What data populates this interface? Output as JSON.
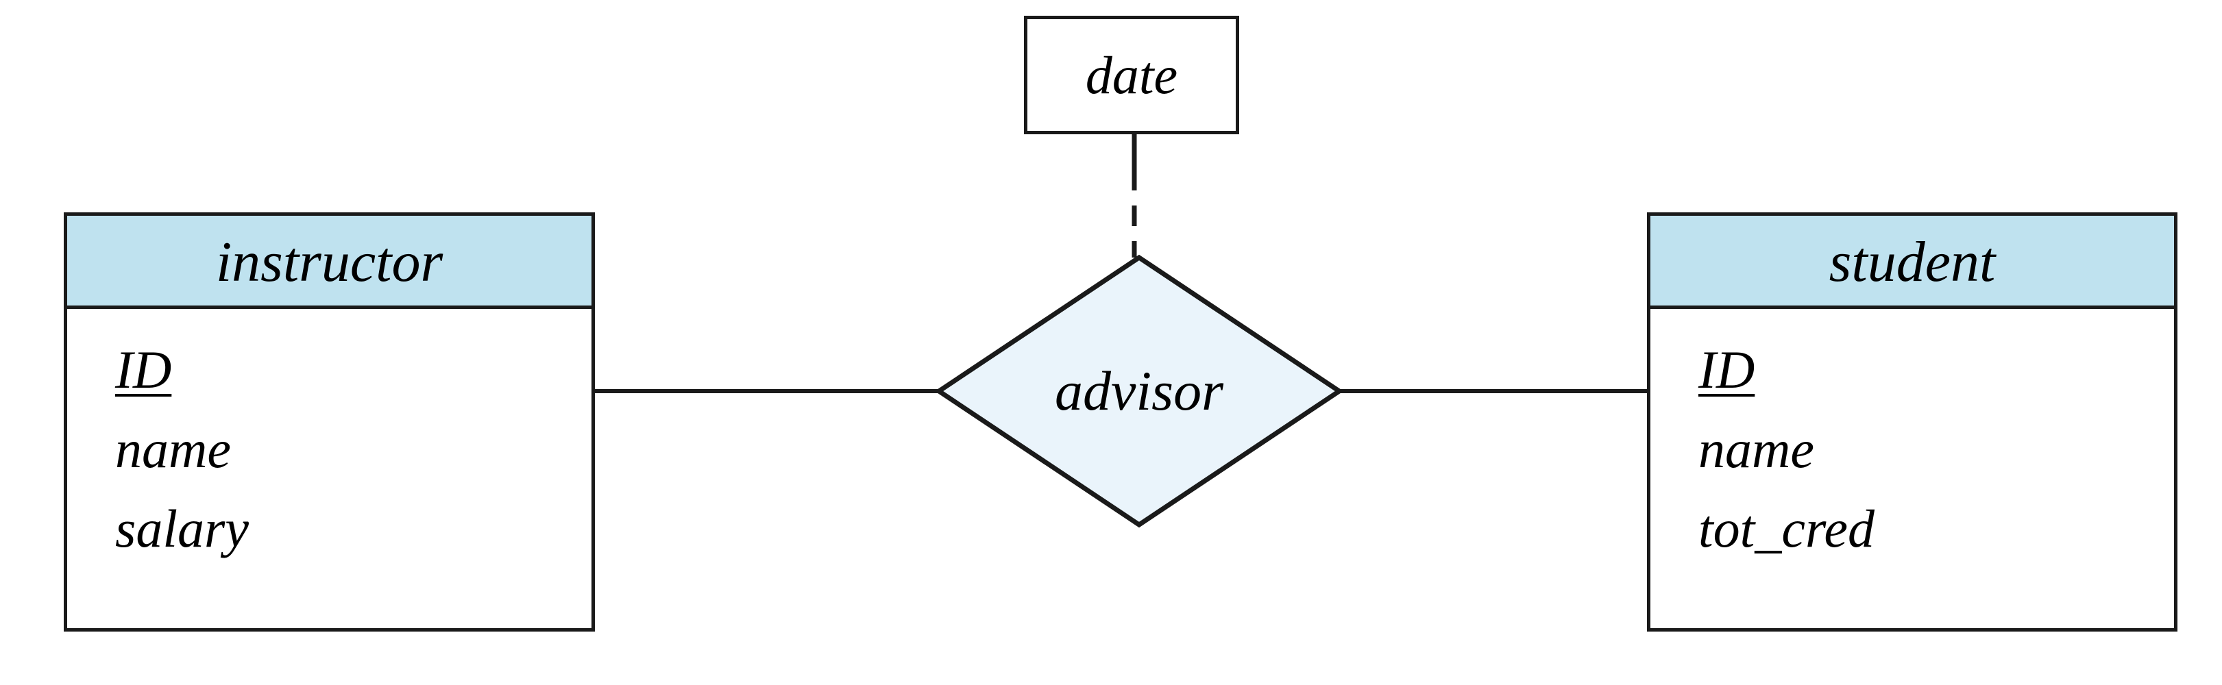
{
  "diagram": {
    "kind": "er-diagram",
    "background_color": "#ffffff",
    "line_color": "#1a1a1a",
    "entity_header_color": "#bfe2ef",
    "relationship_fill_color": "#eaf4fb"
  },
  "entities": [
    {
      "name": "instructor",
      "header_label": "instructor",
      "attributes": [
        {
          "label": "ID",
          "is_primary_key": true
        },
        {
          "label": "name",
          "is_primary_key": false
        },
        {
          "label": "salary",
          "is_primary_key": false
        }
      ]
    },
    {
      "name": "student",
      "header_label": "student",
      "attributes": [
        {
          "label": "ID",
          "is_primary_key": true
        },
        {
          "label": "name",
          "is_primary_key": false
        },
        {
          "label": "tot_cred",
          "is_primary_key": false
        }
      ]
    }
  ],
  "relationship": {
    "label": "advisor",
    "shape": "diamond"
  },
  "descriptive_attribute": {
    "label": "date",
    "shape": "rectangle",
    "connector_style": "dashed"
  },
  "edges": [
    {
      "from": "instructor",
      "to": "advisor",
      "style": "solid"
    },
    {
      "from": "advisor",
      "to": "student",
      "style": "solid"
    },
    {
      "from": "date",
      "to": "advisor",
      "style": "dashed"
    }
  ]
}
